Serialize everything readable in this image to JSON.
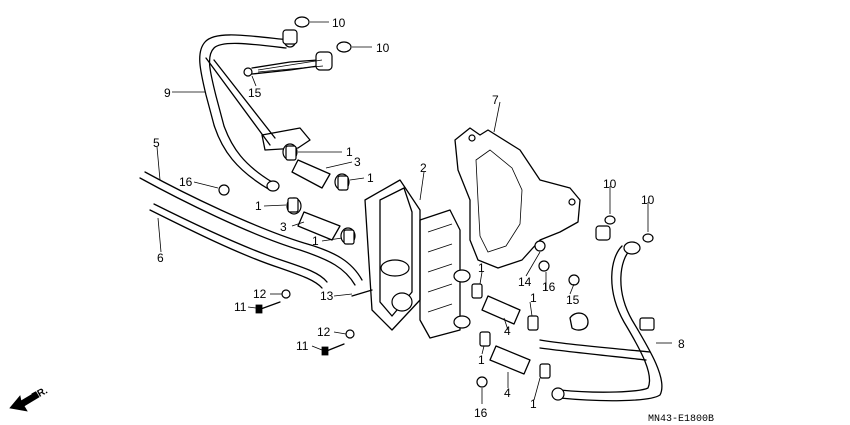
{
  "diagram": {
    "code": "MN43-E1800B",
    "direction_label": "FR.",
    "callouts": [
      {
        "id": "c10a",
        "text": "10"
      },
      {
        "id": "c10b",
        "text": "10"
      },
      {
        "id": "c15a",
        "text": "15"
      },
      {
        "id": "c9",
        "text": "9"
      },
      {
        "id": "c1a",
        "text": "1"
      },
      {
        "id": "c3a",
        "text": "3"
      },
      {
        "id": "c1b",
        "text": "1"
      },
      {
        "id": "c5",
        "text": "5"
      },
      {
        "id": "c16a",
        "text": "16"
      },
      {
        "id": "c1c",
        "text": "1"
      },
      {
        "id": "c3b",
        "text": "3"
      },
      {
        "id": "c1d",
        "text": "1"
      },
      {
        "id": "c6",
        "text": "6"
      },
      {
        "id": "c2",
        "text": "2"
      },
      {
        "id": "c7",
        "text": "7"
      },
      {
        "id": "c10c",
        "text": "10"
      },
      {
        "id": "c10d",
        "text": "10"
      },
      {
        "id": "c12a",
        "text": "12"
      },
      {
        "id": "c11a",
        "text": "11"
      },
      {
        "id": "c13",
        "text": "13"
      },
      {
        "id": "c1e",
        "text": "1"
      },
      {
        "id": "c14",
        "text": "14"
      },
      {
        "id": "c16b",
        "text": "16"
      },
      {
        "id": "c15b",
        "text": "15"
      },
      {
        "id": "c1f",
        "text": "1"
      },
      {
        "id": "c12b",
        "text": "12"
      },
      {
        "id": "c11b",
        "text": "11"
      },
      {
        "id": "c4a",
        "text": "4"
      },
      {
        "id": "c1g",
        "text": "1"
      },
      {
        "id": "c8",
        "text": "8"
      },
      {
        "id": "c4b",
        "text": "4"
      },
      {
        "id": "c1h",
        "text": "1"
      },
      {
        "id": "c16c",
        "text": "16"
      }
    ]
  }
}
